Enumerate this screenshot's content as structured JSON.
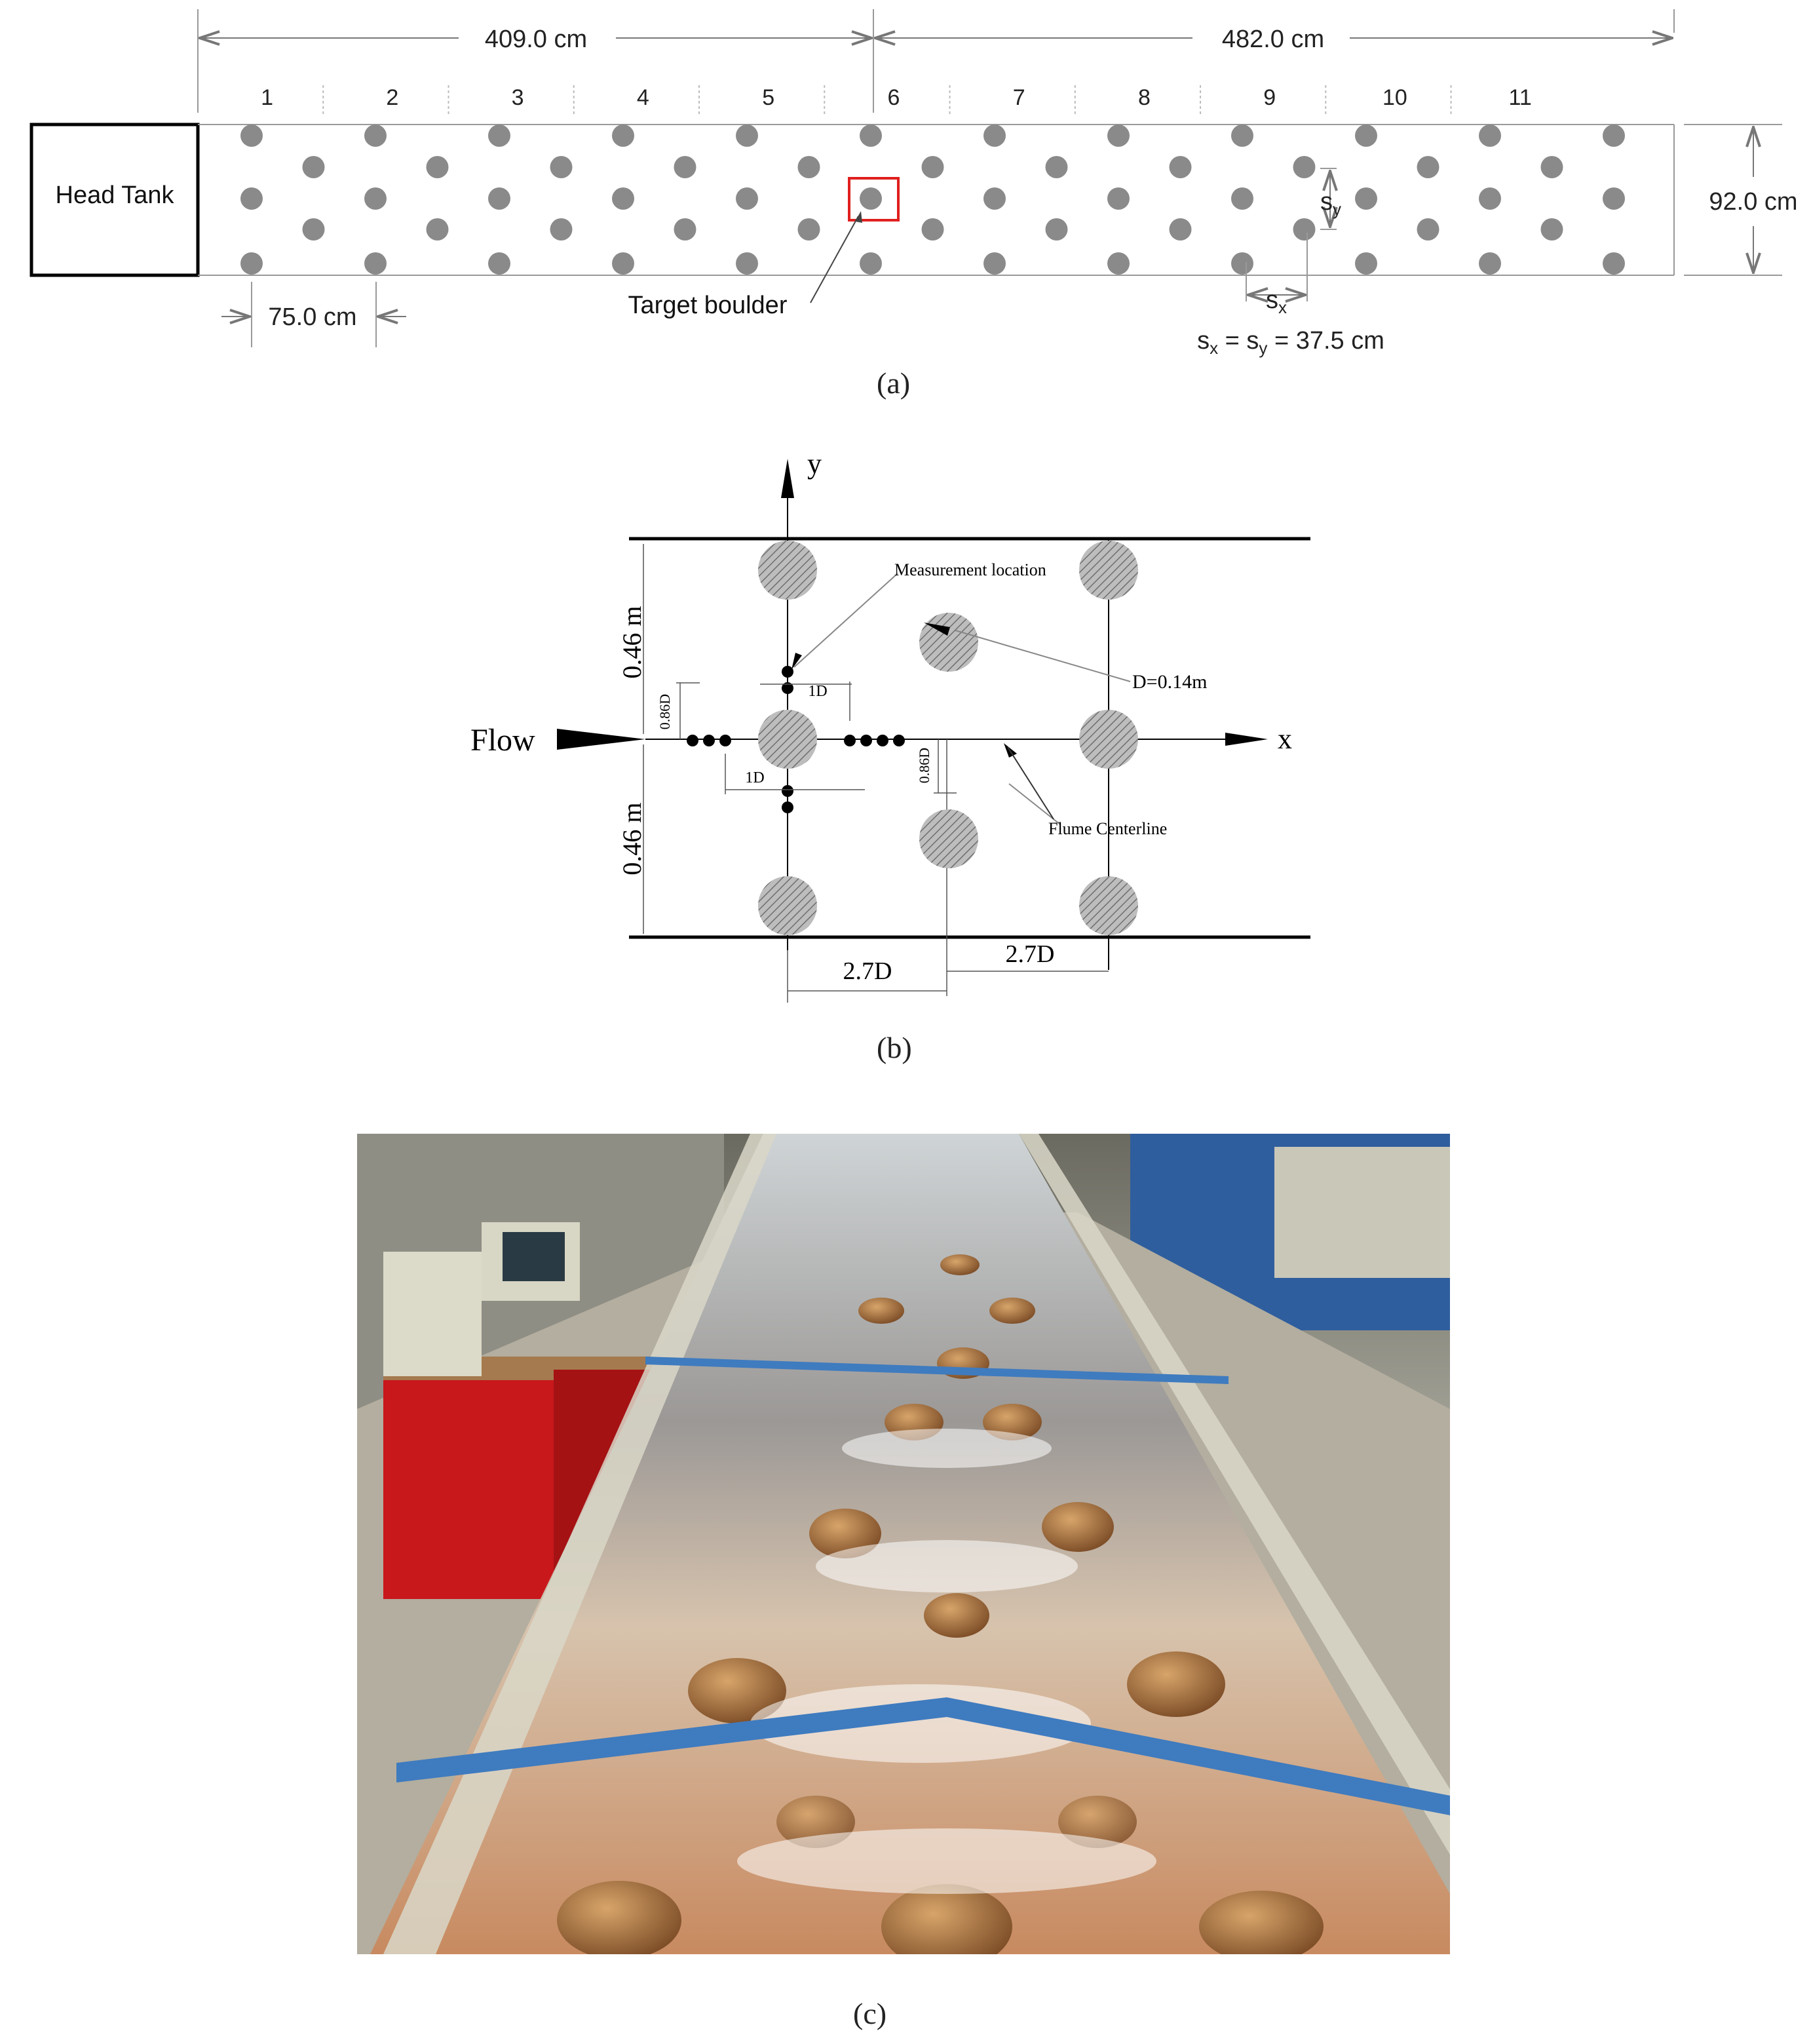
{
  "panel_a": {
    "dim_left": "409.0 cm",
    "dim_right": "482.0 cm",
    "section_numbers": [
      "1",
      "2",
      "3",
      "4",
      "5",
      "6",
      "7",
      "8",
      "9",
      "10",
      "11"
    ],
    "head_tank": "Head Tank",
    "width_dim": "92.0 cm",
    "spacing_dim": "75.0 cm",
    "target_label": "Target boulder",
    "sx_label": "s",
    "sx_sub": "x",
    "sy_label": "s",
    "sy_sub": "y",
    "spacing_eq": {
      "s1": "s",
      "sub1": "x",
      "eq1": " = s",
      "sub2": "y",
      "eq2": " = 37.5 cm"
    },
    "caption": "(a)"
  },
  "panel_b": {
    "y_axis": "y",
    "x_axis": "x",
    "flow": "Flow",
    "measurement": "Measurement location",
    "diameter": "D=0.14m",
    "centerline": "Flume Centerline",
    "half_width_top": "0.46 m",
    "half_width_bottom": "0.46 m",
    "offset_top": "0.86D",
    "offset_right": "0.86D",
    "one_d_top": "1D",
    "one_d_bottom": "1D",
    "spacing_left": "2.7D",
    "spacing_right": "2.7D",
    "caption": "(b)"
  },
  "panel_c": {
    "caption": "(c)"
  },
  "colors": {
    "boulder_gray": "#8a8a8a",
    "target_box": "#e0201e",
    "blue_bar": "#3f7bbf",
    "red_cabinet": "#c8181c"
  }
}
